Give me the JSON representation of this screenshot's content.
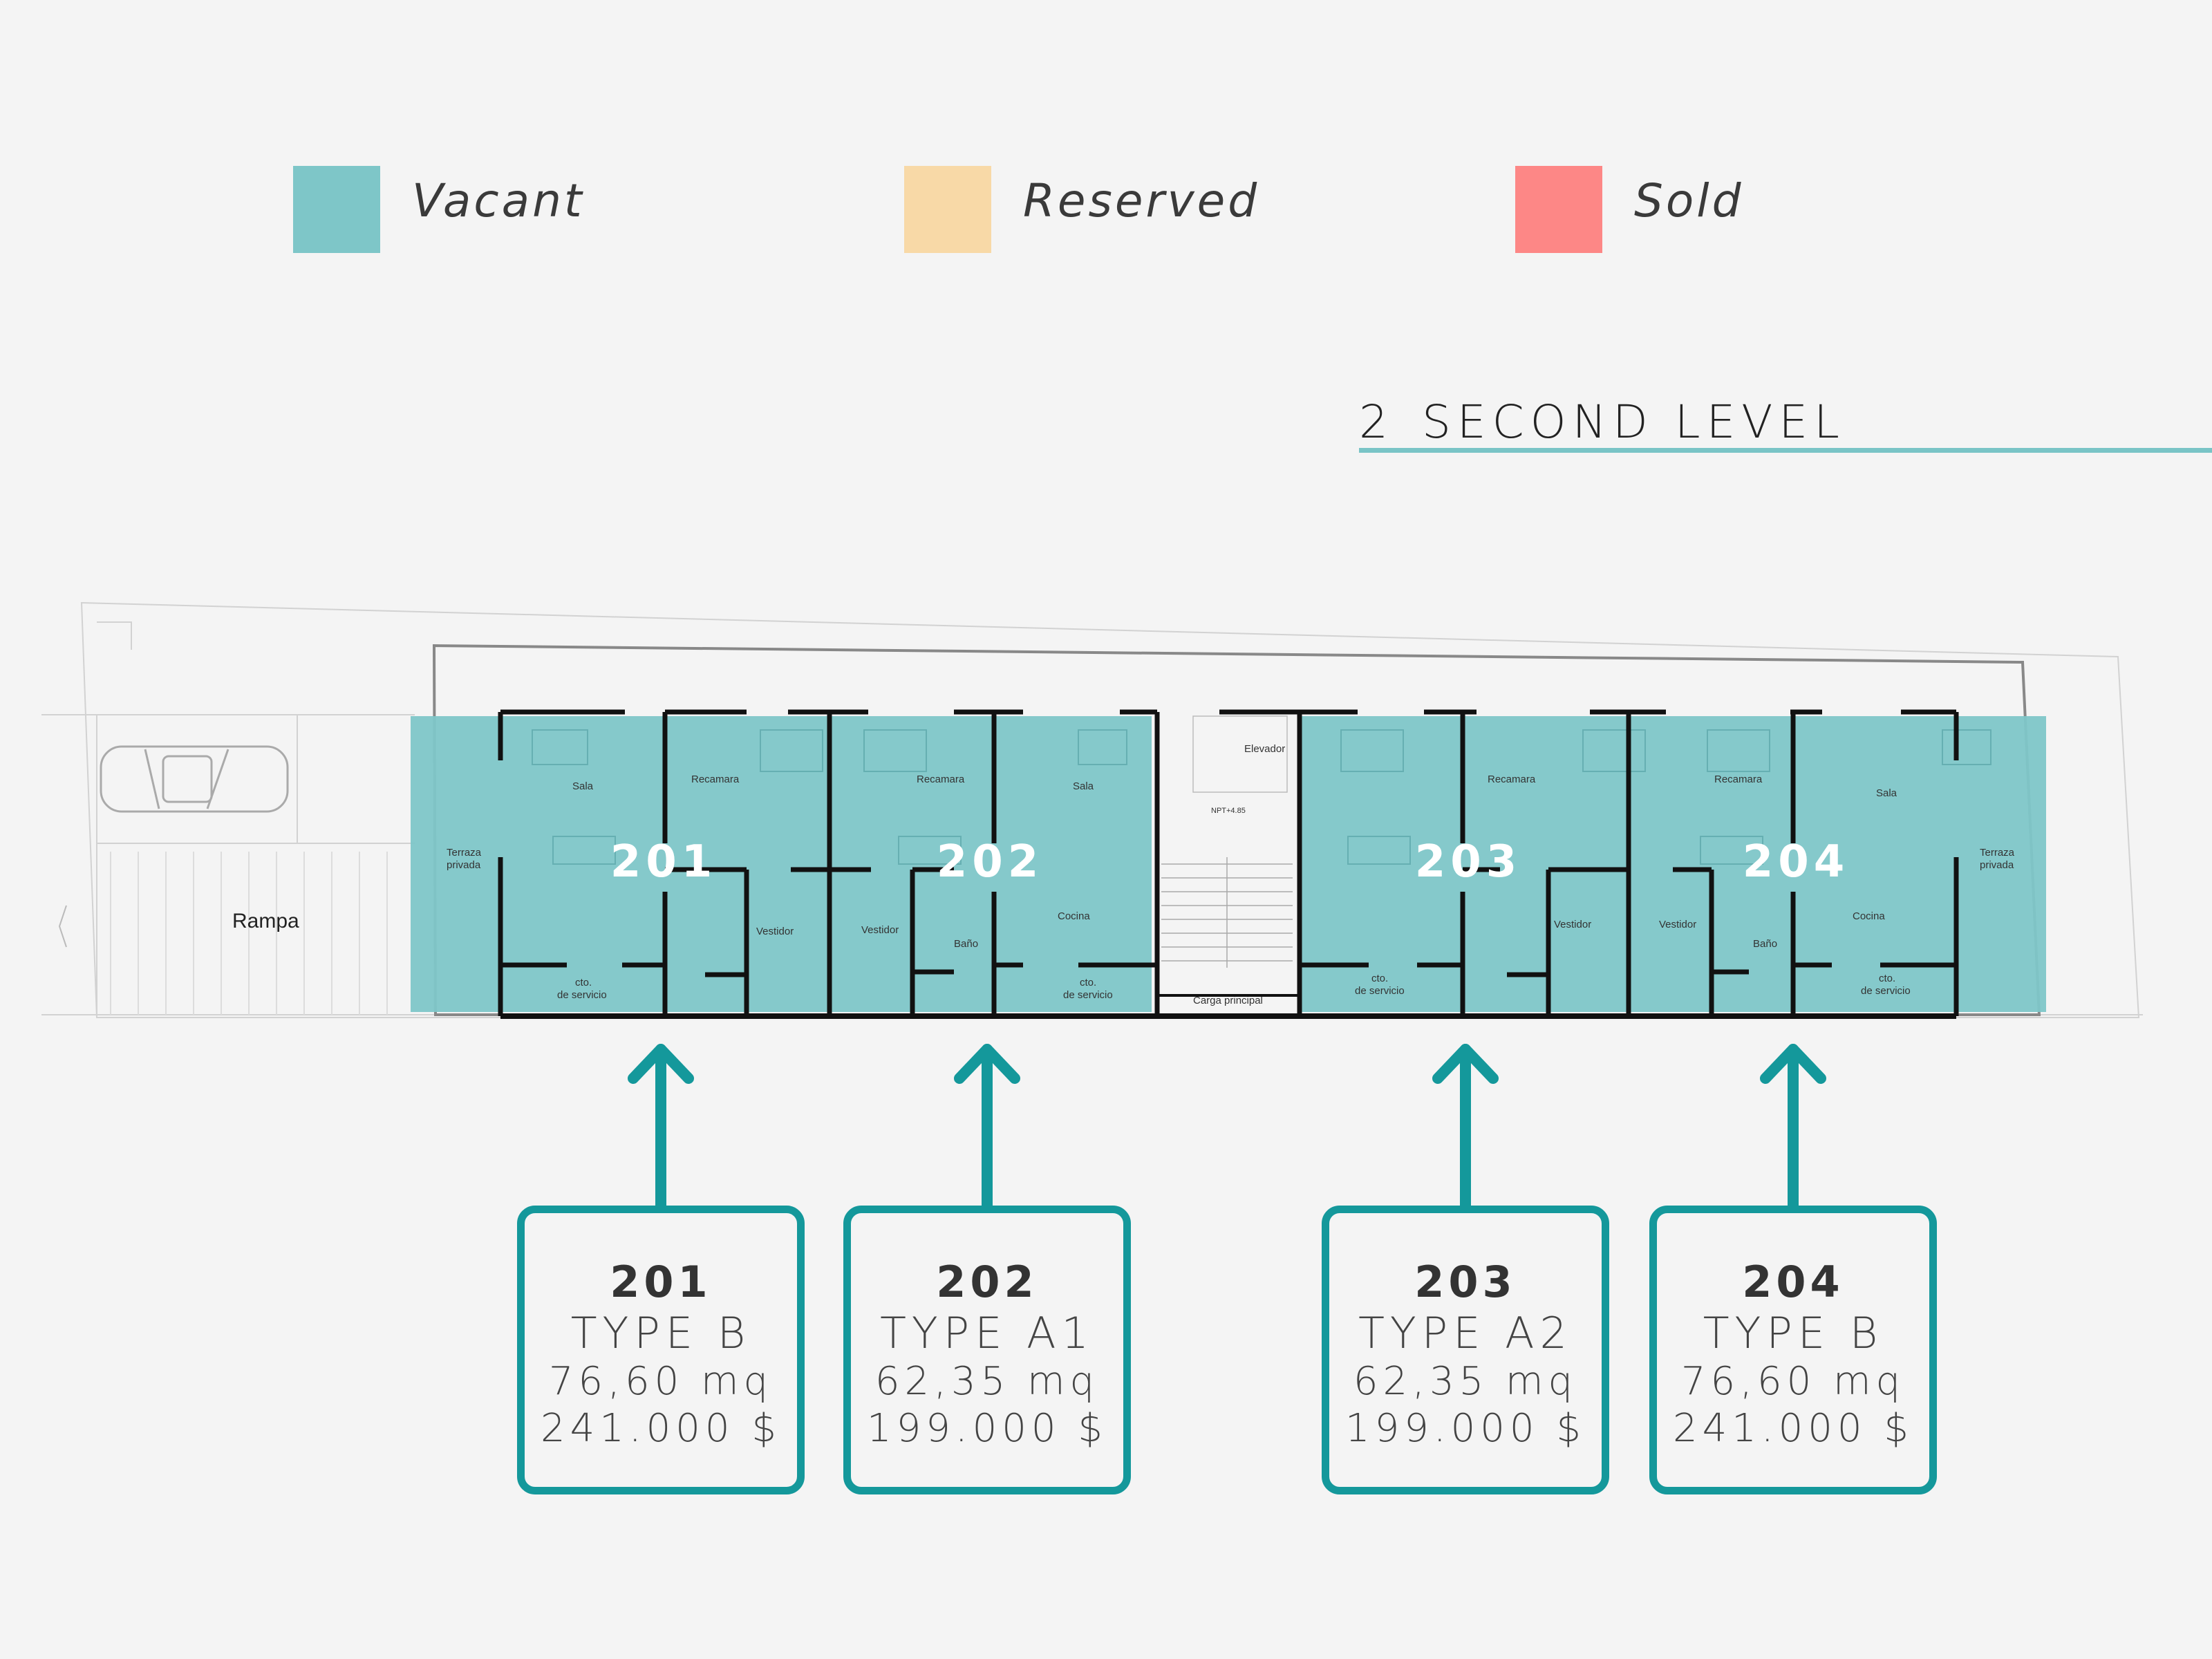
{
  "legend": [
    {
      "label": "Vacant",
      "color": "#7ec6c8"
    },
    {
      "label": "Reserved",
      "color": "#f8d9a7"
    },
    {
      "label": "Sold",
      "color": "#fd8786"
    }
  ],
  "level": {
    "number": "2",
    "title": "SECOND LEVEL",
    "accent": "#79c4c6"
  },
  "plan": {
    "rampa": "Rampa",
    "rooms": {
      "sala": "Sala",
      "recamara": "Recamara",
      "terraza1": "Terraza",
      "terraza2": "privada",
      "vestidor": "Vestidor",
      "cocina": "Cocina",
      "bano": "Baño",
      "cto1": "cto.",
      "cto2": "de servicio",
      "elevador": "Elevador",
      "carga": "Carga principal",
      "npt": "NPT+4.85"
    }
  },
  "units": [
    {
      "number": "201",
      "type": "TYPE B",
      "area": "76,60 mq",
      "price": "241.000 $",
      "status": "Vacant"
    },
    {
      "number": "202",
      "type": "TYPE A1",
      "area": "62,35 mq",
      "price": "199.000 $",
      "status": "Vacant"
    },
    {
      "number": "203",
      "type": "TYPE A2",
      "area": "62,35 mq",
      "price": "199.000 $",
      "status": "Vacant"
    },
    {
      "number": "204",
      "type": "TYPE B",
      "area": "76,60 mq",
      "price": "241.000 $",
      "status": "Vacant"
    }
  ],
  "colors": {
    "vacant_overlay": "#7ec6c8",
    "arrow": "#14989b"
  }
}
